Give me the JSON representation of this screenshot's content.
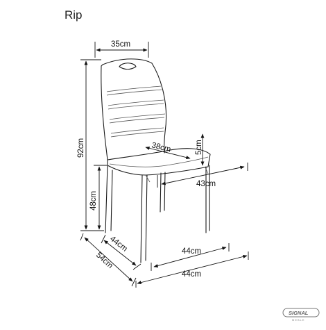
{
  "title": "Rip",
  "dimensions": {
    "back_width": "35cm",
    "total_height": "92cm",
    "seat_depth": "38cm",
    "seat_thickness": "5cm",
    "seat_width": "43cm",
    "seat_height": "48cm",
    "base_depth": "44cm",
    "base_width": "44cm",
    "overall_depth": "54cm",
    "overall_width": "44cm"
  },
  "logo": {
    "text": "SIGNAL",
    "sub": "MEBLE"
  }
}
